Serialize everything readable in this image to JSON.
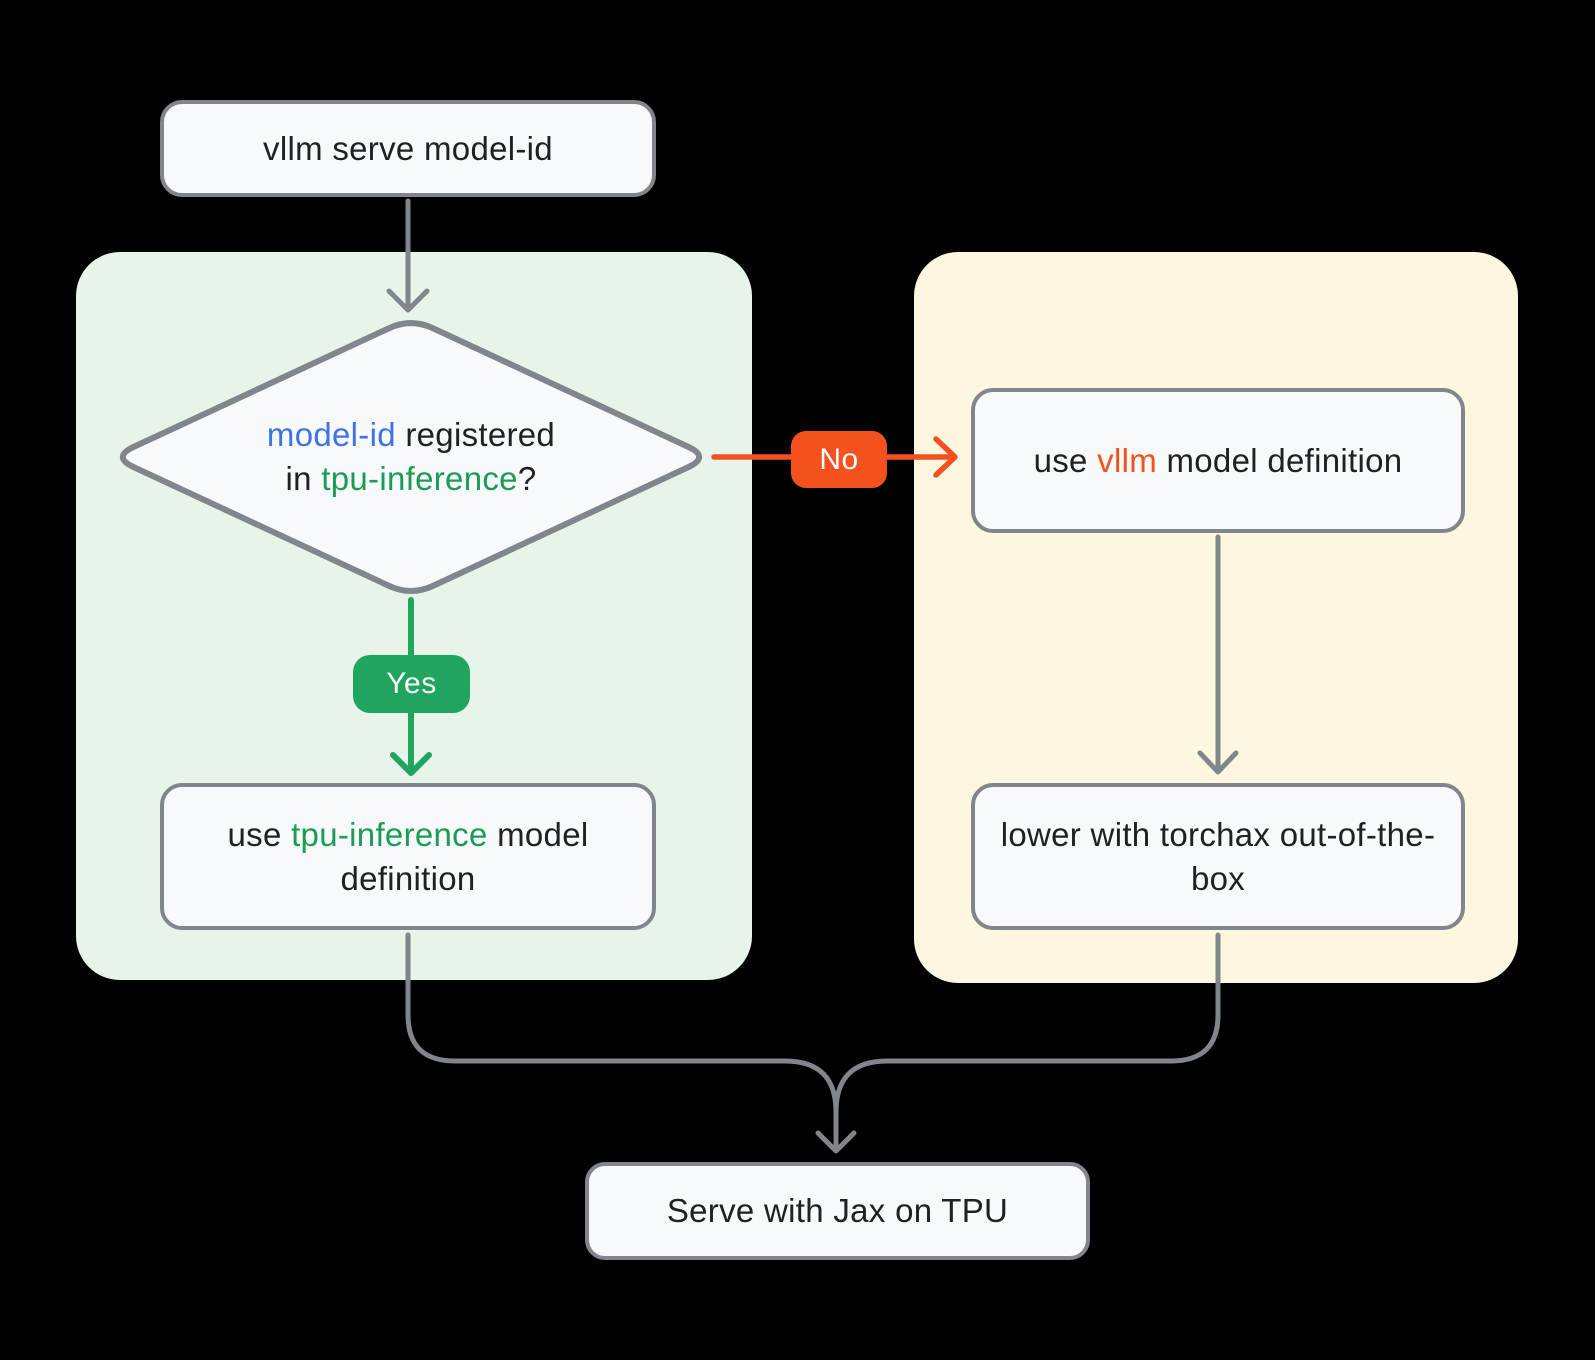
{
  "colors": {
    "background": "#000000",
    "panel_green": "#E6F4EA",
    "panel_yellow": "#FEF7E0",
    "node_fill": "#F8F9FA",
    "node_border": "#80868B",
    "connector_gray": "#80868B",
    "accent_green": "#1FA55E",
    "accent_orange": "#F4511E",
    "text_ink": "#202124",
    "text_blue": "#3D73E6",
    "text_green": "#1B9C55"
  },
  "nodes": {
    "start": {
      "label": "vllm serve model-id"
    },
    "decision": {
      "line1": [
        {
          "t": "model-id",
          "c": "blue"
        },
        {
          "t": " registered",
          "c": "ink"
        }
      ],
      "line2": [
        {
          "t": "in ",
          "c": "ink"
        },
        {
          "t": "tpu-inference",
          "c": "green"
        },
        {
          "t": "?",
          "c": "ink"
        }
      ]
    },
    "use_vllm": {
      "segments": [
        {
          "t": "use ",
          "c": "ink"
        },
        {
          "t": "vllm",
          "c": "orange"
        },
        {
          "t": " model definition",
          "c": "ink"
        }
      ]
    },
    "use_tpu": {
      "segments": [
        {
          "t": "use ",
          "c": "ink"
        },
        {
          "t": "tpu-inference",
          "c": "green"
        },
        {
          "t": " model definition",
          "c": "ink"
        }
      ]
    },
    "torchax": {
      "label": "lower with torchax out-of-the-box"
    },
    "serve": {
      "label": "Serve with Jax on TPU"
    }
  },
  "edges": {
    "yes_label": "Yes",
    "no_label": "No"
  }
}
